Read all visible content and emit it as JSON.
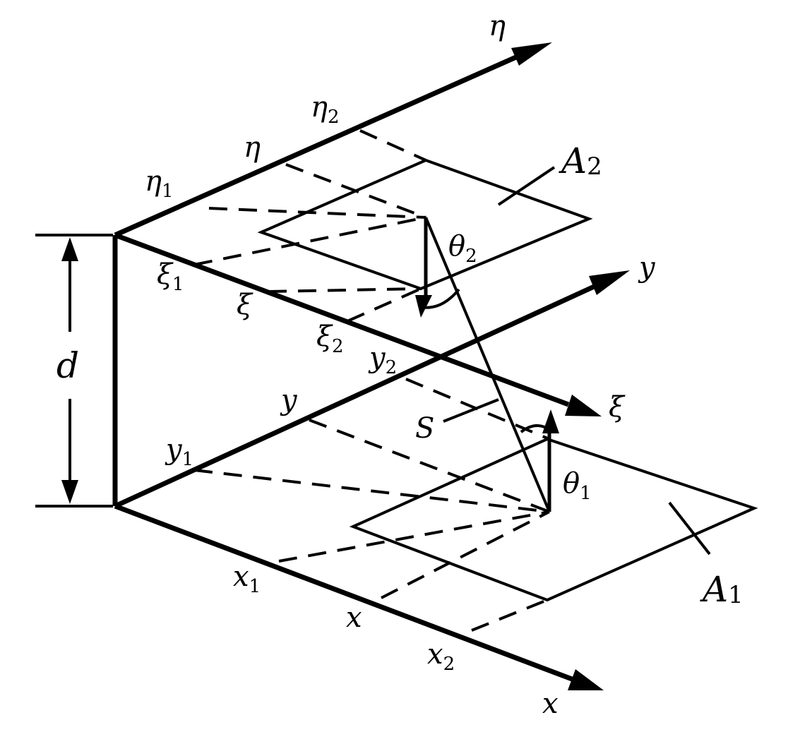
{
  "labels": {
    "eta_axis": "η",
    "eta_1": "η",
    "eta_1_sub": "1",
    "eta_mid": "η",
    "eta_2": "η",
    "eta_2_sub": "2",
    "A_2": "A",
    "A_2_sub": "2",
    "theta_2": "θ",
    "theta_2_sub": "2",
    "y_axis": "y",
    "xi_1": "ξ",
    "xi_1_sub": "1",
    "xi_mid": "ξ",
    "xi_2": "ξ",
    "xi_2_sub": "2",
    "y_2": "y",
    "y_2_sub": "2",
    "d": "d",
    "y_mid": "y",
    "xi_axis": "ξ",
    "S": "S",
    "y_1": "y",
    "y_1_sub": "1",
    "theta_1": "θ",
    "theta_1_sub": "1",
    "A_1": "A",
    "A_1_sub": "1",
    "x_1": "x",
    "x_1_sub": "1",
    "x_mid": "x",
    "x_2": "x",
    "x_2_sub": "2",
    "x_axis": "x"
  }
}
